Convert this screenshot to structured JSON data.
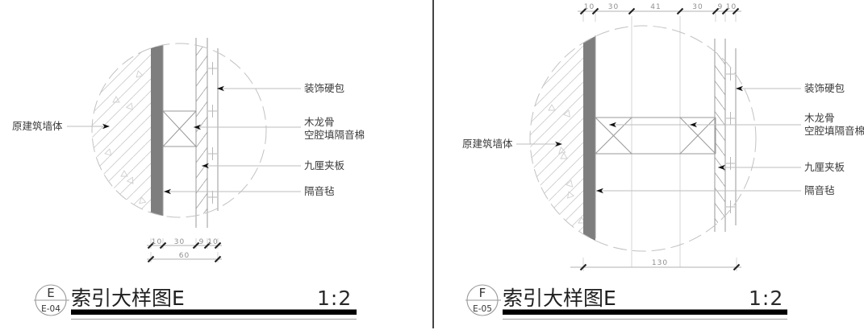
{
  "panel_e": {
    "bubble_letter": "E",
    "bubble_ref": "E-04",
    "title": "索引大样图E",
    "scale": "1:2",
    "labels": {
      "original_wall": "原建筑墙体",
      "decorative_panel": "装饰硬包",
      "wood_keel": "木龙骨",
      "cavity_insulation": "空腔填隔音棉",
      "plywood": "九厘夹板",
      "felt": "隔音毡"
    },
    "dims": {
      "seg1": "10",
      "seg2": "30",
      "seg3": "9",
      "seg4": "10",
      "total": "60"
    }
  },
  "panel_f": {
    "bubble_letter": "F",
    "bubble_ref": "E-05",
    "title": "索引大样图E",
    "scale": "1:2",
    "labels": {
      "original_wall": "原建筑墙体",
      "decorative_panel": "装饰硬包",
      "wood_keel": "木龙骨",
      "cavity_insulation": "空腔填隔音棉",
      "plywood": "九厘夹板",
      "felt": "隔音毡"
    },
    "dims": {
      "seg1": "10",
      "seg2": "30",
      "seg3": "41",
      "seg4": "30",
      "seg5": "9",
      "seg6": "10",
      "total": "130"
    }
  }
}
